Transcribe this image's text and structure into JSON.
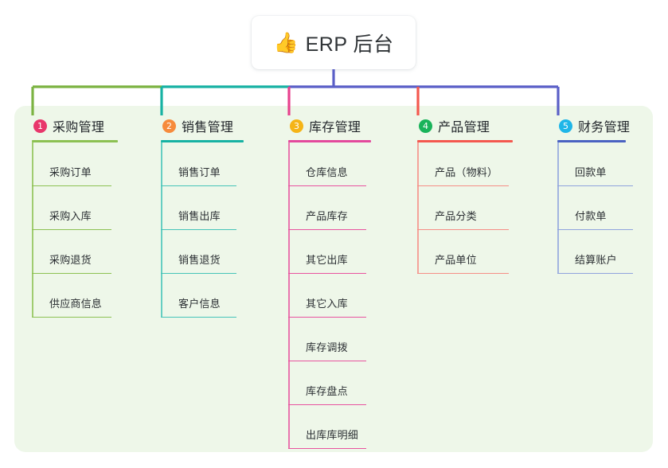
{
  "diagram": {
    "type": "org-chart",
    "root": {
      "icon": "thumbs-up-icon",
      "emoji": "👍",
      "title": "ERP 后台"
    },
    "panel_color": "#eef7e9",
    "bus_color_segments": [
      "#7cb342",
      "#17b2a3",
      "#5a5fc7",
      "#5a5fc7"
    ],
    "columns": [
      {
        "number": "1",
        "title": "采购管理",
        "badge_color": "#e8376b",
        "rule_color": "#8cc152",
        "line_color": "#8cc152",
        "stem_color": "#7cb342",
        "items": [
          "采购订单",
          "采购入库",
          "采购退货",
          "供应商信息"
        ]
      },
      {
        "number": "2",
        "title": "销售管理",
        "badge_color": "#f68b3c",
        "rule_color": "#17b2a3",
        "line_color": "#45c4b8",
        "stem_color": "#17b2a3",
        "items": [
          "销售订单",
          "销售出库",
          "销售退货",
          "客户信息"
        ]
      },
      {
        "number": "3",
        "title": "库存管理",
        "badge_color": "#f5b417",
        "rule_color": "#e3499c",
        "line_color": "#e8539f",
        "stem_color": "#e8418e",
        "items": [
          "仓库信息",
          "产品库存",
          "其它出库",
          "其它入库",
          "库存调拨",
          "库存盘点",
          "出库库明细"
        ]
      },
      {
        "number": "4",
        "title": "产品管理",
        "badge_color": "#19b35a",
        "rule_color": "#f4584f",
        "line_color": "#f58e86",
        "stem_color": "#f4584f",
        "items": [
          "产品（物料）",
          "产品分类",
          "产品单位"
        ]
      },
      {
        "number": "5",
        "title": "财务管理",
        "badge_color": "#1fb6e8",
        "rule_color": "#4a62c2",
        "line_color": "#8fa3dd",
        "stem_color": "#5a5fc7",
        "items": [
          "回款单",
          "付款单",
          "结算账户"
        ]
      }
    ]
  }
}
